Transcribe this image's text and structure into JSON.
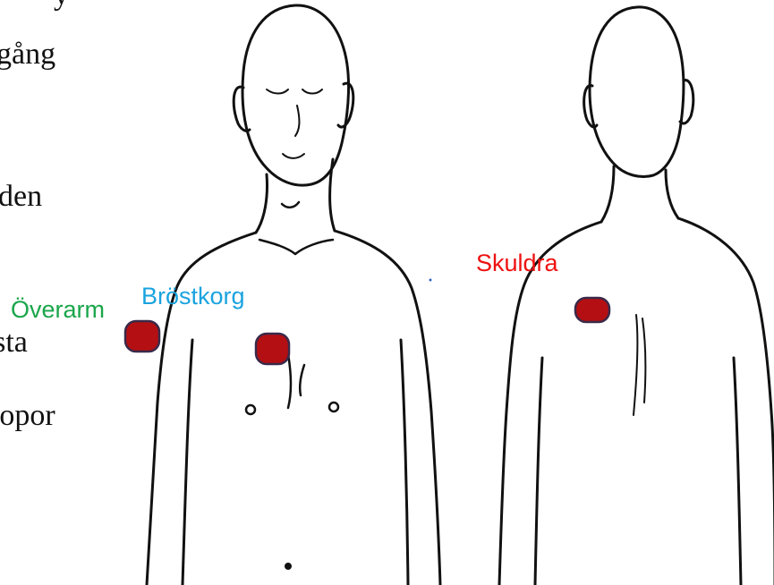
{
  "background_text": {
    "line1": "y",
    "line2": "gång",
    "line3": "den",
    "line4": "asta",
    "line5": "ropor"
  },
  "labels": {
    "upper_arm": "Överarm",
    "chest": "Bröstkorg",
    "shoulder": "Skuldra"
  },
  "colors": {
    "upper_arm_label": "#1aa64b",
    "chest_label": "#1aa3df",
    "shoulder_label": "#ee1111",
    "patch_fill": "#b40f12",
    "patch_stroke": "#3a2a4a",
    "outline": "#111111"
  },
  "patches": [
    {
      "name": "upper-arm-patch"
    },
    {
      "name": "chest-patch"
    },
    {
      "name": "shoulder-patch"
    }
  ]
}
